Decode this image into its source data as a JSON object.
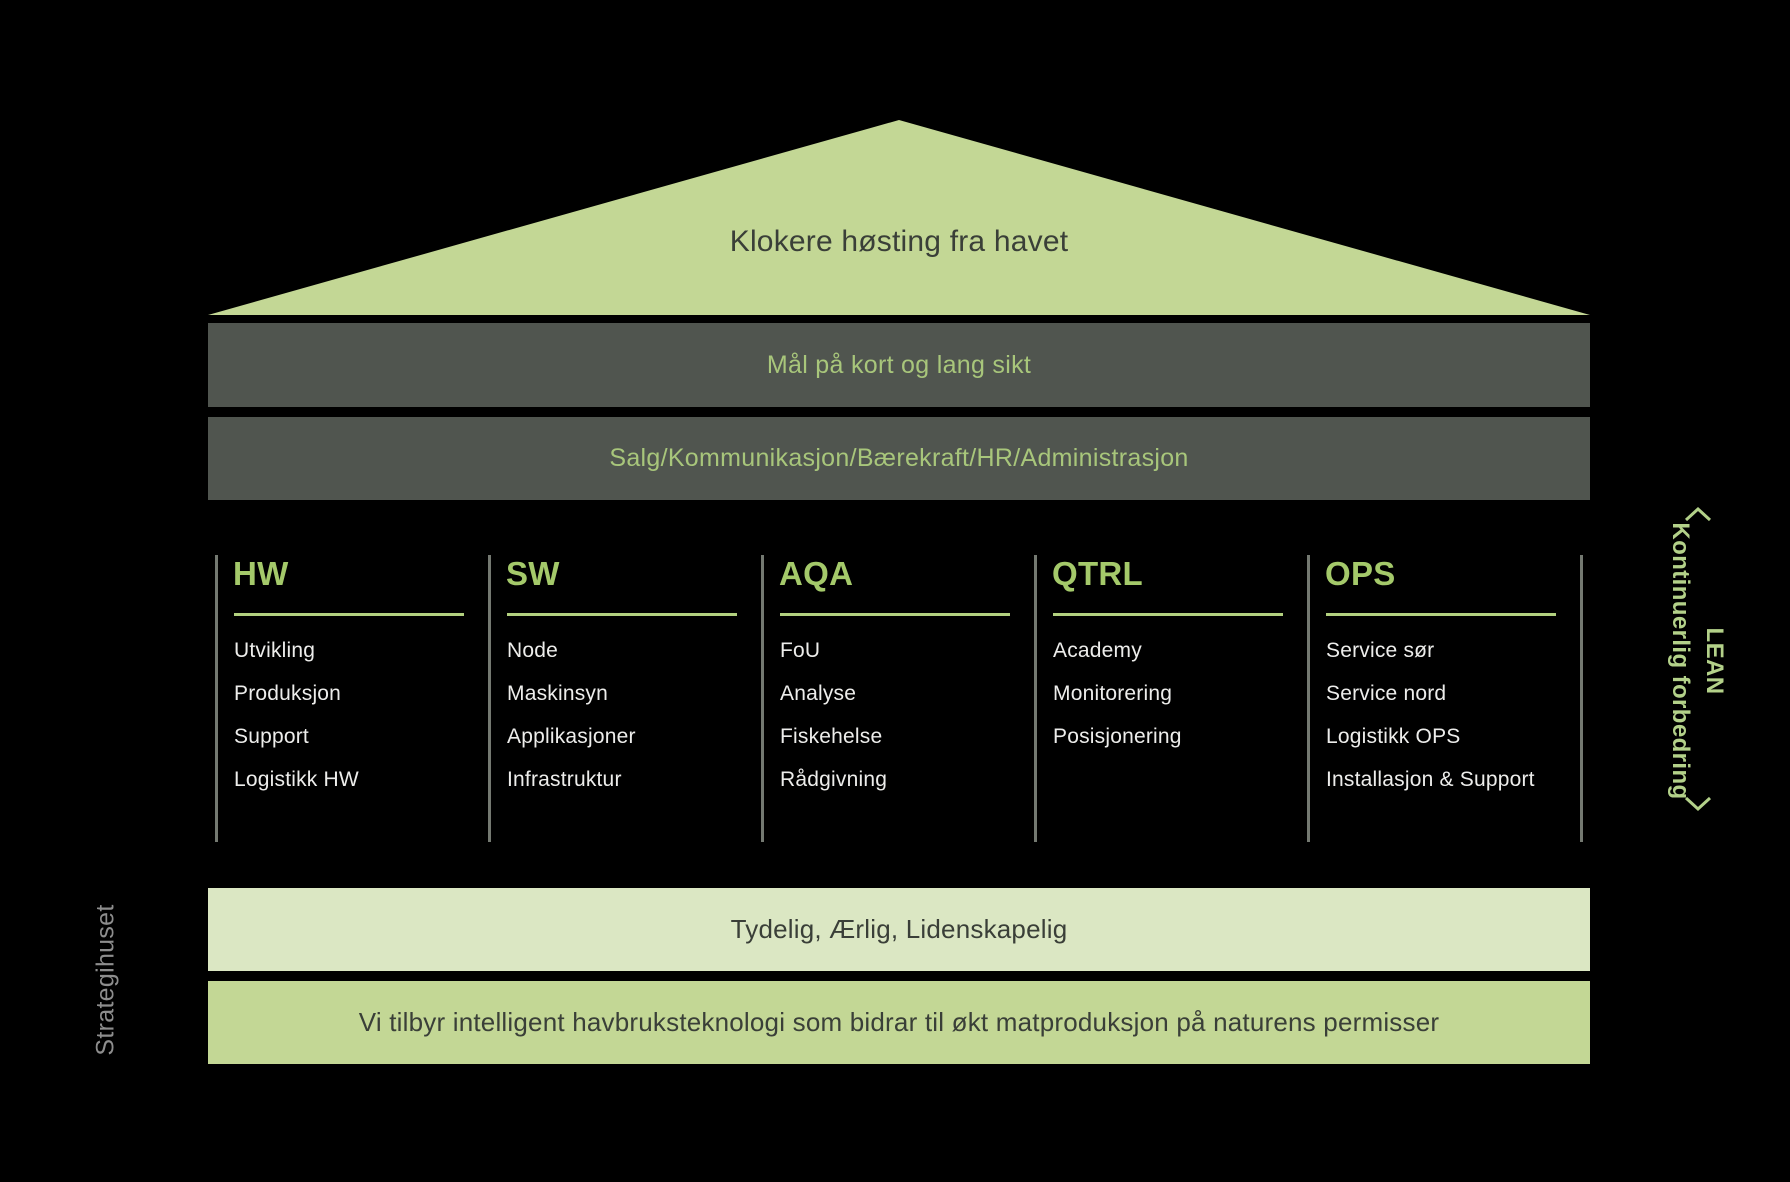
{
  "diagram": {
    "side_label": "Strategihuset",
    "roof": {
      "vision": "Klokere høsting fra havet"
    },
    "bars": [
      {
        "label": "Mål på kort og lang sikt"
      },
      {
        "label": "Salg/Kommunikasjon/Bærekraft/HR/Administrasjon"
      }
    ],
    "pillars": [
      {
        "title": "HW",
        "items": [
          "Utvikling",
          "Produksjon",
          "Support",
          "Logistikk HW"
        ]
      },
      {
        "title": "SW",
        "items": [
          "Node",
          "Maskinsyn",
          "Applikasjoner",
          "Infrastruktur"
        ]
      },
      {
        "title": "AQA",
        "items": [
          "FoU",
          "Analyse",
          "Fiskehelse",
          "Rådgivning"
        ]
      },
      {
        "title": "QTRL",
        "items": [
          "Academy",
          "Monitorering",
          "Posisjonering"
        ]
      },
      {
        "title": "OPS",
        "items": [
          "Service sør",
          "Service nord",
          "Logistikk OPS",
          "Installasjon & Support"
        ]
      }
    ],
    "values_bar": "Tydelig, Ærlig, Lidenskapelig",
    "mission_bar": "Vi tilbyr intelligent havbruksteknologi som bidrar til økt matproduksjon på naturens permisser",
    "lean": {
      "line1": "LEAN",
      "line2": "Kontinuerlig forbedring"
    }
  },
  "colors": {
    "bg": "#000000",
    "green_roof": "#c3d795",
    "green_light": "#dbe7c3",
    "green_accent": "#a4c96a",
    "green_underline": "#b2d17f",
    "green_bartext": "#a8c67b",
    "green_lean": "#b3d189",
    "dark_bar": "#50554f",
    "line_gray": "#747971",
    "text_light": "#ededeb",
    "text_dark": "#3a3f38",
    "label_gray": "#8d8d8d"
  }
}
